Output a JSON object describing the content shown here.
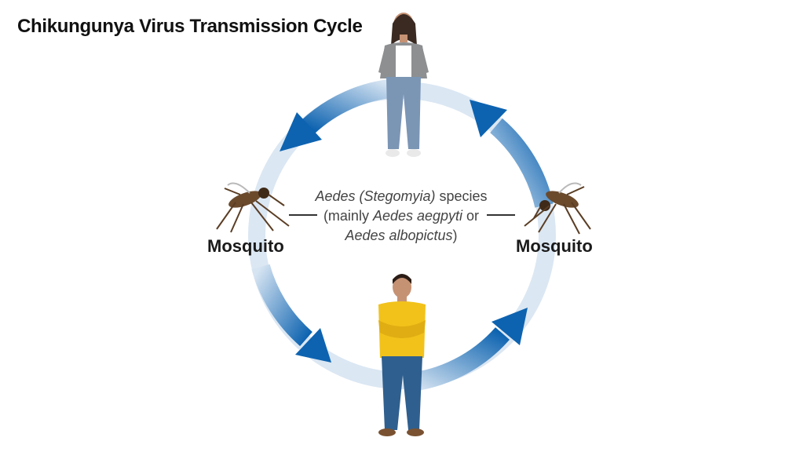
{
  "title": "Chikungunya Virus Transmission Cycle",
  "hosts": {
    "left_mosquito_label": "Mosquito",
    "right_mosquito_label": "Mosquito"
  },
  "center": {
    "line1_genus": "Aedes (Stegomyia)",
    "line1_rest": " species",
    "line2_pre": "(mainly ",
    "line2_species": "Aedes aegpyti",
    "line2_post": " or",
    "line3_species": "Aedes albopictus",
    "line3_post": ")"
  },
  "colors": {
    "ring": "#d6e4f2",
    "arrow": "#0d63b0",
    "arrow_light": "#b9d3ec",
    "woman_top": "#8d8f91",
    "woman_jeans": "#7b95b5",
    "man_shirt": "#f2c21b",
    "man_jeans": "#2f5f8e",
    "skin": "#c69274",
    "mosquito": "#5a3d24"
  }
}
